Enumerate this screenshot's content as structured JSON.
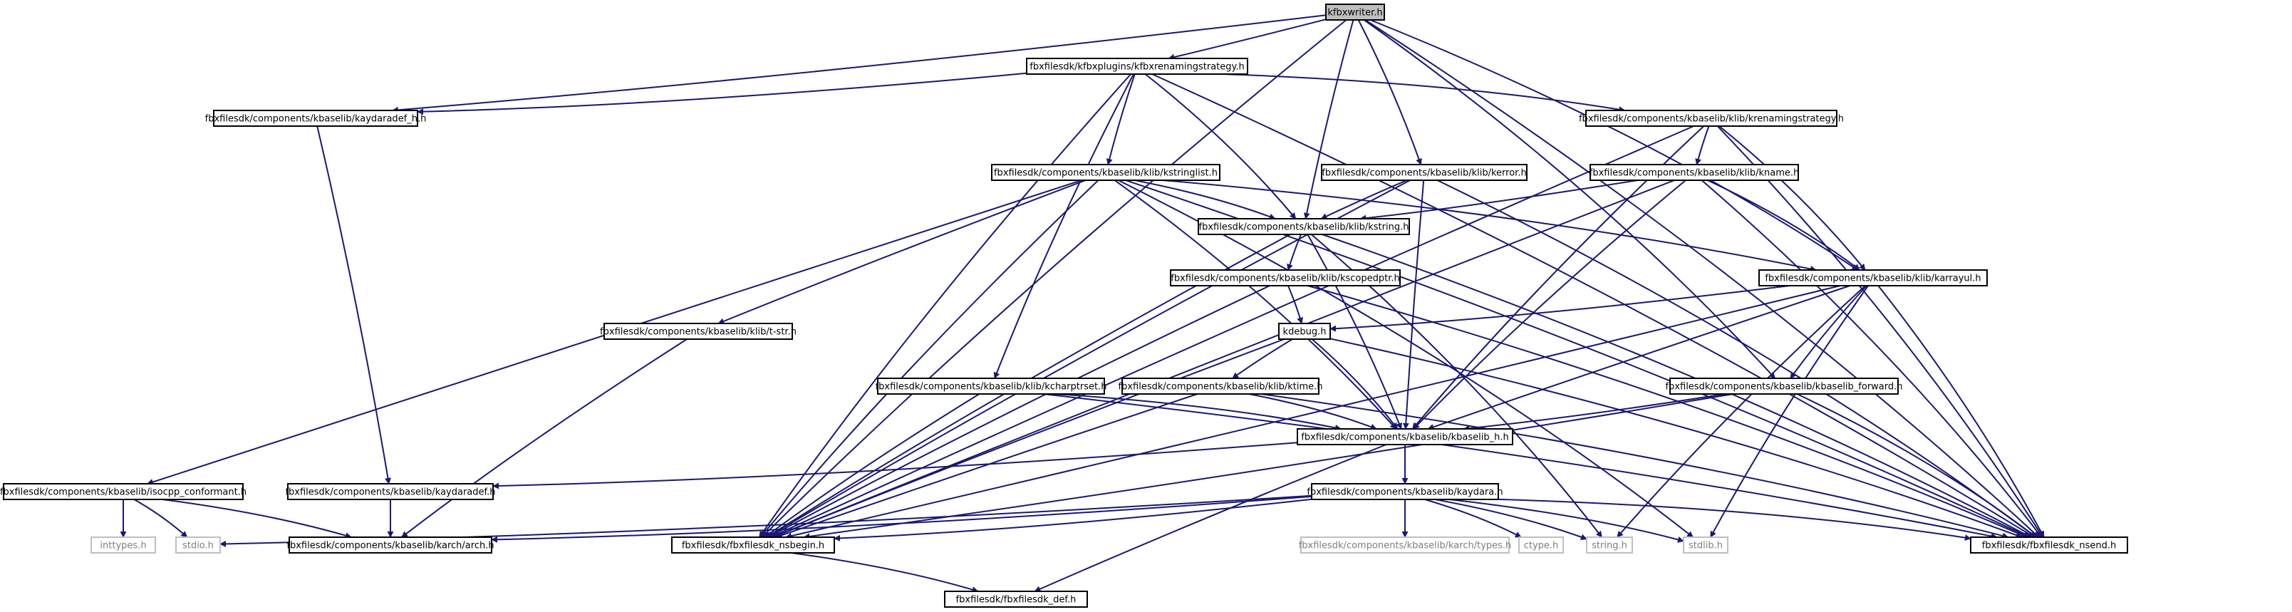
{
  "diagram": {
    "nodes": [
      {
        "id": "root",
        "label": "kfbxwriter.h",
        "kind": "root"
      },
      {
        "id": "kfbxren",
        "label": "fbxfilesdk/kfbxplugins/kfbxrenamingstrategy.h",
        "kind": "file"
      },
      {
        "id": "kaydaradefh",
        "label": "fbxfilesdk/components/kbaselib/kaydaradef_h.h",
        "kind": "file"
      },
      {
        "id": "krenstrat",
        "label": "fbxfilesdk/components/kbaselib/klib/krenamingstrategy.h",
        "kind": "file"
      },
      {
        "id": "kstringlist",
        "label": "fbxfilesdk/components/kbaselib/klib/kstringlist.h",
        "kind": "file"
      },
      {
        "id": "kerror",
        "label": "fbxfilesdk/components/kbaselib/klib/kerror.h",
        "kind": "file"
      },
      {
        "id": "kname",
        "label": "fbxfilesdk/components/kbaselib/klib/kname.h",
        "kind": "file"
      },
      {
        "id": "kstring",
        "label": "fbxfilesdk/components/kbaselib/klib/kstring.h",
        "kind": "file"
      },
      {
        "id": "kscoped",
        "label": "fbxfilesdk/components/kbaselib/klib/kscopedptr.h",
        "kind": "file"
      },
      {
        "id": "karrayul",
        "label": "fbxfilesdk/components/kbaselib/klib/karrayul.h",
        "kind": "file"
      },
      {
        "id": "tstr",
        "label": "fbxfilesdk/components/kbaselib/klib/t-str.h",
        "kind": "file"
      },
      {
        "id": "kdebug",
        "label": "kdebug.h",
        "kind": "file"
      },
      {
        "id": "kcharptr",
        "label": "fbxfilesdk/components/kbaselib/klib/kcharptrset.h",
        "kind": "file"
      },
      {
        "id": "ktime",
        "label": "fbxfilesdk/components/kbaselib/klib/ktime.h",
        "kind": "file"
      },
      {
        "id": "kfwd",
        "label": "fbxfilesdk/components/kbaselib/kbaselib_forward.h",
        "kind": "file"
      },
      {
        "id": "kbaseh",
        "label": "fbxfilesdk/components/kbaselib/kbaselib_h.h",
        "kind": "file"
      },
      {
        "id": "isocpp",
        "label": "fbxfilesdk/components/kbaselib/isocpp_conformant.h",
        "kind": "file"
      },
      {
        "id": "kaydaradef",
        "label": "fbxfilesdk/components/kbaselib/kaydaradef.h",
        "kind": "file"
      },
      {
        "id": "kaydara",
        "label": "fbxfilesdk/components/kbaselib/kaydara.h",
        "kind": "file"
      },
      {
        "id": "inttypes",
        "label": "inttypes.h",
        "kind": "sys"
      },
      {
        "id": "stdio",
        "label": "stdio.h",
        "kind": "sys"
      },
      {
        "id": "arch",
        "label": "fbxfilesdk/components/kbaselib/karch/arch.h",
        "kind": "file"
      },
      {
        "id": "nsbegin",
        "label": "fbxfilesdk/fbxfilesdk_nsbegin.h",
        "kind": "file"
      },
      {
        "id": "types",
        "label": "fbxfilesdk/components/kbaselib/karch/types.h",
        "kind": "sys"
      },
      {
        "id": "ctype",
        "label": "ctype.h",
        "kind": "sys"
      },
      {
        "id": "string",
        "label": "string.h",
        "kind": "sys"
      },
      {
        "id": "stdlib",
        "label": "stdlib.h",
        "kind": "sys"
      },
      {
        "id": "nsend",
        "label": "fbxfilesdk/fbxfilesdk_nsend.h",
        "kind": "file"
      },
      {
        "id": "def",
        "label": "fbxfilesdk/fbxfilesdk_def.h",
        "kind": "file"
      }
    ],
    "edges": [
      [
        "root",
        "kfbxren"
      ],
      [
        "root",
        "kaydaradefh"
      ],
      [
        "root",
        "nsbegin"
      ],
      [
        "root",
        "kstring"
      ],
      [
        "root",
        "kerror"
      ],
      [
        "root",
        "karrayul"
      ],
      [
        "root",
        "kfwd"
      ],
      [
        "root",
        "nsend"
      ],
      [
        "kfbxren",
        "kaydaradefh"
      ],
      [
        "kfbxren",
        "krenstrat"
      ],
      [
        "kfbxren",
        "kstringlist"
      ],
      [
        "kfbxren",
        "kstring"
      ],
      [
        "kfbxren",
        "kcharptr"
      ],
      [
        "kfbxren",
        "nsbegin"
      ],
      [
        "kfbxren",
        "nsend"
      ],
      [
        "kaydaradefh",
        "kaydaradef"
      ],
      [
        "krenstrat",
        "nsbegin"
      ],
      [
        "krenstrat",
        "kname"
      ],
      [
        "krenstrat",
        "kbaseh"
      ],
      [
        "krenstrat",
        "karrayul"
      ],
      [
        "krenstrat",
        "nsend"
      ],
      [
        "kstringlist",
        "kstring"
      ],
      [
        "kstringlist",
        "karrayul"
      ],
      [
        "kstringlist",
        "tstr"
      ],
      [
        "kstringlist",
        "isocpp"
      ],
      [
        "kstringlist",
        "nsbegin"
      ],
      [
        "kstringlist",
        "kbaseh"
      ],
      [
        "kstringlist",
        "nsend"
      ],
      [
        "kstringlist",
        "stdlib"
      ],
      [
        "kerror",
        "kstring"
      ],
      [
        "kerror",
        "kbaseh"
      ],
      [
        "kerror",
        "nsbegin"
      ],
      [
        "kerror",
        "nsend"
      ],
      [
        "kname",
        "kstring"
      ],
      [
        "kname",
        "karrayul"
      ],
      [
        "kname",
        "kbaseh"
      ],
      [
        "kname",
        "nsbegin"
      ],
      [
        "kname",
        "nsend"
      ],
      [
        "kstring",
        "kscoped"
      ],
      [
        "kstring",
        "kbaseh"
      ],
      [
        "kstring",
        "nsbegin"
      ],
      [
        "kstring",
        "string"
      ],
      [
        "kstring",
        "nsend"
      ],
      [
        "kscoped",
        "kdebug"
      ],
      [
        "kscoped",
        "nsbegin"
      ],
      [
        "kscoped",
        "nsend"
      ],
      [
        "karrayul",
        "kdebug"
      ],
      [
        "karrayul",
        "kfwd"
      ],
      [
        "karrayul",
        "kbaseh"
      ],
      [
        "karrayul",
        "nsbegin"
      ],
      [
        "karrayul",
        "string"
      ],
      [
        "karrayul",
        "stdlib"
      ],
      [
        "karrayul",
        "nsend"
      ],
      [
        "tstr",
        "arch"
      ],
      [
        "kdebug",
        "kbaseh"
      ],
      [
        "kdebug",
        "ktime"
      ],
      [
        "kdebug",
        "nsbegin"
      ],
      [
        "kdebug",
        "nsend"
      ],
      [
        "kcharptr",
        "kbaseh"
      ],
      [
        "kcharptr",
        "nsbegin"
      ],
      [
        "kcharptr",
        "nsend"
      ],
      [
        "ktime",
        "kbaseh"
      ],
      [
        "ktime",
        "nsbegin"
      ],
      [
        "ktime",
        "nsend"
      ],
      [
        "kfwd",
        "kbaseh"
      ],
      [
        "kfwd",
        "nsbegin"
      ],
      [
        "kfwd",
        "nsend"
      ],
      [
        "kbaseh",
        "kaydaradef"
      ],
      [
        "kbaseh",
        "kaydara"
      ],
      [
        "kbaseh",
        "def"
      ],
      [
        "isocpp",
        "inttypes"
      ],
      [
        "isocpp",
        "stdio"
      ],
      [
        "isocpp",
        "arch"
      ],
      [
        "kaydaradef",
        "arch"
      ],
      [
        "kaydara",
        "stdio"
      ],
      [
        "kaydara",
        "arch"
      ],
      [
        "kaydara",
        "nsbegin"
      ],
      [
        "kaydara",
        "types"
      ],
      [
        "kaydara",
        "ctype"
      ],
      [
        "kaydara",
        "string"
      ],
      [
        "kaydara",
        "stdlib"
      ],
      [
        "kaydara",
        "nsend"
      ],
      [
        "nsbegin",
        "def"
      ]
    ]
  }
}
